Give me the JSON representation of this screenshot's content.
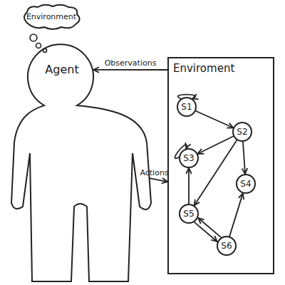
{
  "diagram": {
    "nodes": [
      {
        "text": [
          "Environment"
        ]
      },
      {
        "text": [
          "Agent"
        ]
      },
      {
        "text": [
          "Enviroment"
        ]
      },
      {
        "text": [
          "S1"
        ],
        "in": 2
      },
      {
        "text": [
          "S2"
        ],
        "in": 2
      },
      {
        "text": [
          "S3"
        ],
        "in": 2
      },
      {
        "text": [
          "S4"
        ],
        "in": 2
      },
      {
        "text": [
          "S5"
        ],
        "in": 2
      },
      {
        "text": [
          "S6"
        ],
        "in": 2
      }
    ],
    "edges": [
      {
        "from": 2,
        "to": 1,
        "arrow": "to",
        "label": "Observations"
      },
      {
        "from": 1,
        "to": 2,
        "arrow": "to",
        "label": "Actions"
      },
      {
        "from": 3,
        "to": 3,
        "arrow": "to"
      },
      {
        "from": 3,
        "to": 4,
        "arrow": "to"
      },
      {
        "from": 5,
        "to": 5,
        "arrow": "to"
      },
      {
        "from": 4,
        "to": 5,
        "arrow": "to"
      },
      {
        "from": 4,
        "to": 6,
        "arrow": "to"
      },
      {
        "from": 4,
        "to": 7,
        "arrow": "to"
      },
      {
        "from": 7,
        "to": 5,
        "arrow": "to"
      },
      {
        "from": 7,
        "to": 8,
        "arrow": "to"
      },
      {
        "from": 8,
        "to": 7,
        "arrow": "to"
      },
      {
        "from": 8,
        "to": 6,
        "arrow": "to"
      }
    ]
  }
}
